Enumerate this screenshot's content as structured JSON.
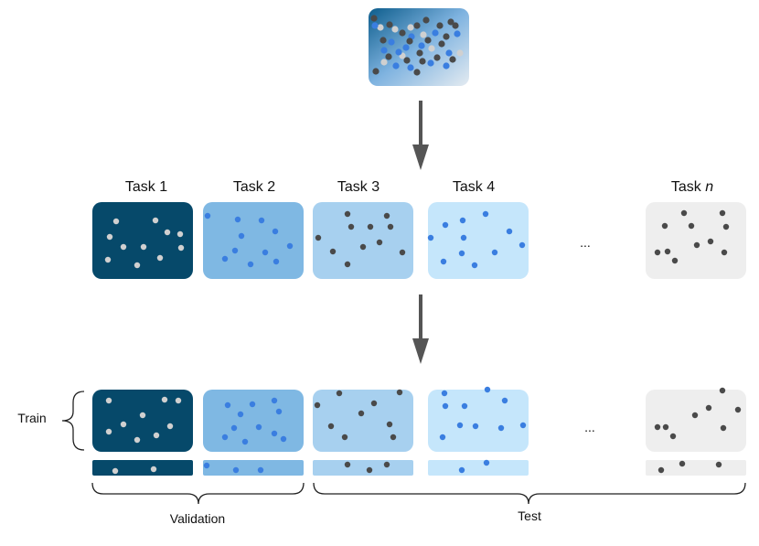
{
  "tasks": [
    {
      "label": "Task 1",
      "italic": ""
    },
    {
      "label": "Task 2",
      "italic": ""
    },
    {
      "label": "Task 3",
      "italic": ""
    },
    {
      "label": "Task 4",
      "italic": ""
    },
    {
      "label": "Task ",
      "italic": "n"
    }
  ],
  "ellipsis": "...",
  "train_label": "Train",
  "validation_label": "Validation",
  "test_label": "Test",
  "colors": {
    "task1": "#06496a",
    "task2": "#7fb8e3",
    "task3": "#a7d0ef",
    "task4": "#c5e6fb",
    "taskn": "#eeeeee",
    "dot_light": "#d0d0d0",
    "dot_blue": "#3a7ee0",
    "dot_dark": "#4a4a4a",
    "arrow": "#555555"
  }
}
